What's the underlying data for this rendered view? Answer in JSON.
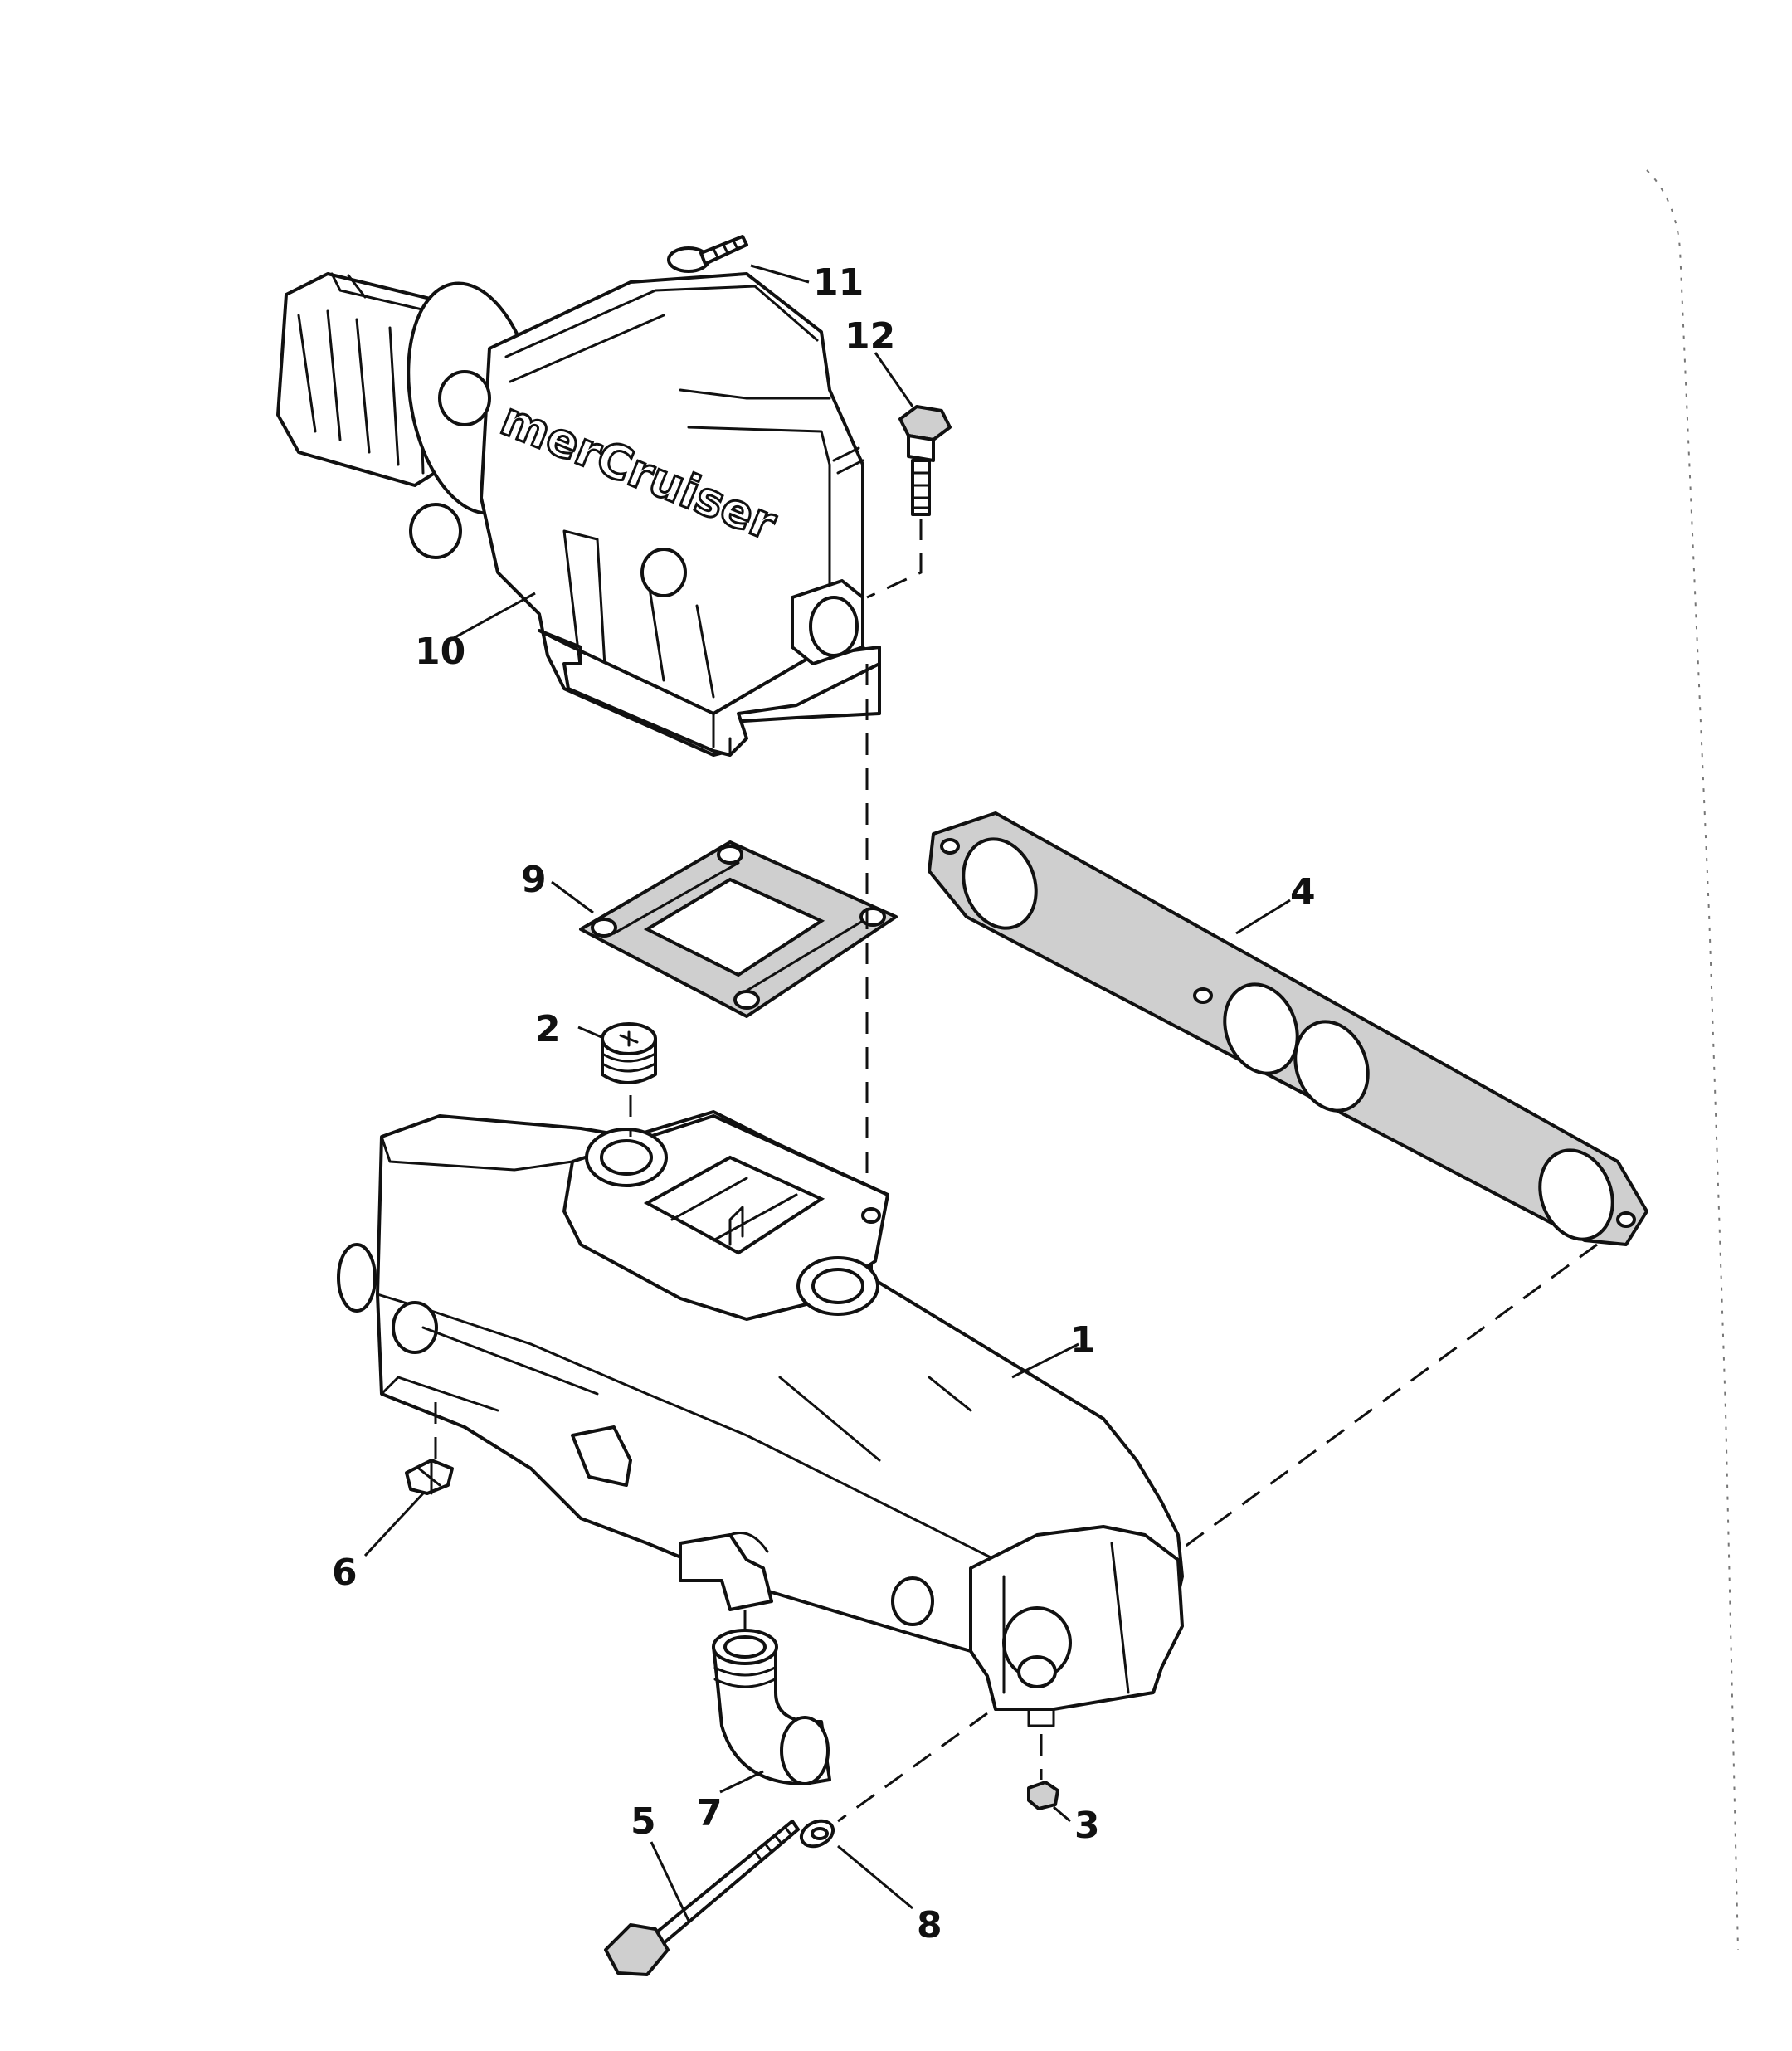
{
  "figure": {
    "brand_logo": "merCruiser"
  },
  "callouts": [
    {
      "id": "callout-1",
      "label": "1"
    },
    {
      "id": "callout-2",
      "label": "2"
    },
    {
      "id": "callout-3",
      "label": "3"
    },
    {
      "id": "callout-4",
      "label": "4"
    },
    {
      "id": "callout-5",
      "label": "5"
    },
    {
      "id": "callout-6",
      "label": "6"
    },
    {
      "id": "callout-7",
      "label": "7"
    },
    {
      "id": "callout-8",
      "label": "8"
    },
    {
      "id": "callout-9",
      "label": "9"
    },
    {
      "id": "callout-10",
      "label": "10"
    },
    {
      "id": "callout-11",
      "label": "11"
    },
    {
      "id": "callout-12",
      "label": "12"
    }
  ],
  "parts": [
    {
      "callout": "1",
      "name": "exhaust manifold"
    },
    {
      "callout": "2",
      "name": "pipe plug"
    },
    {
      "callout": "3",
      "name": "drain plug"
    },
    {
      "callout": "4",
      "name": "manifold gasket"
    },
    {
      "callout": "5",
      "name": "manifold bolt"
    },
    {
      "callout": "6",
      "name": "drain cock"
    },
    {
      "callout": "7",
      "name": "hose elbow"
    },
    {
      "callout": "8",
      "name": "lock washer"
    },
    {
      "callout": "9",
      "name": "elbow gasket"
    },
    {
      "callout": "10",
      "name": "exhaust elbow"
    },
    {
      "callout": "11",
      "name": "screw"
    },
    {
      "callout": "12",
      "name": "elbow bolt"
    }
  ]
}
